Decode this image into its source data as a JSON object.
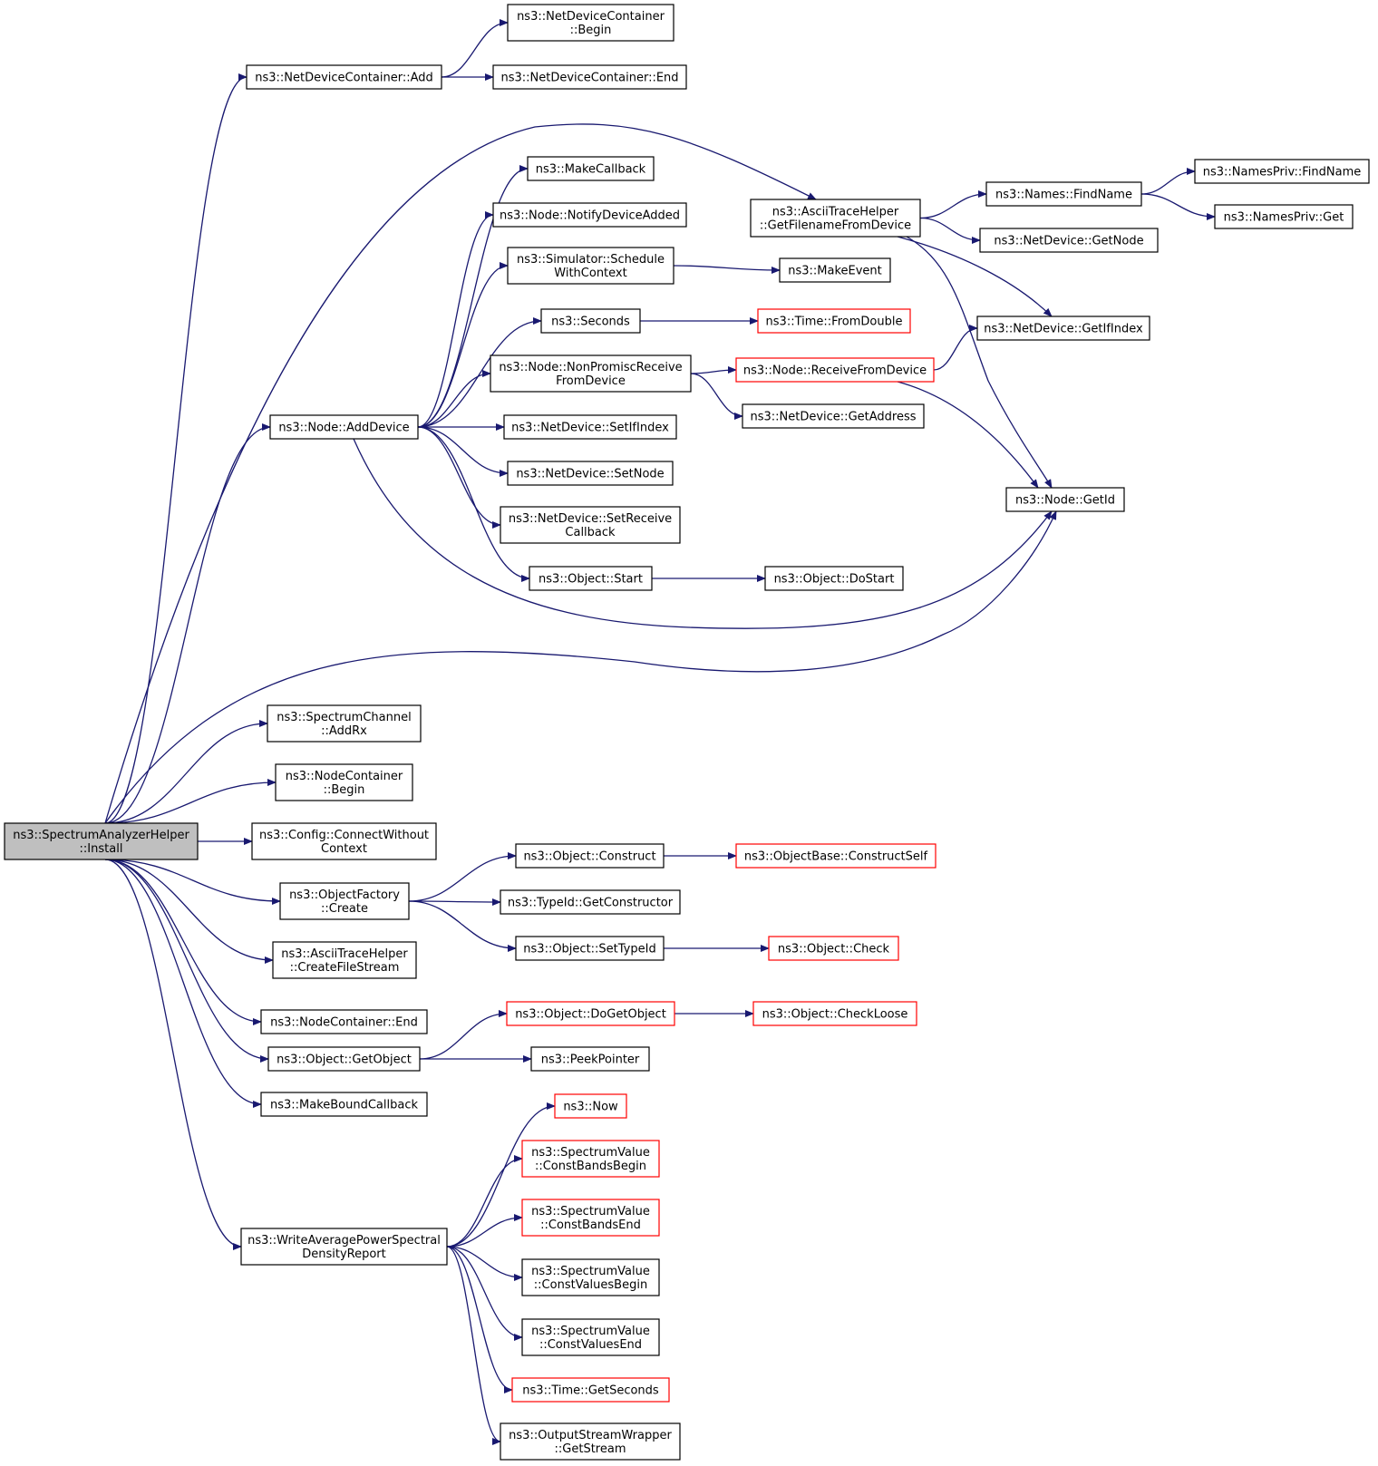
{
  "colors": {
    "edge": "#191970",
    "node_border": "#000000",
    "node_border_truncated": "#ff0000",
    "root_fill": "#bfbfbf",
    "node_fill": "#ffffff"
  },
  "nodes": [
    {
      "id": "root",
      "lines": [
        "ns3::SpectrumAnalyzerHelper",
        "::Install"
      ],
      "root": true
    },
    {
      "id": "ndc_add",
      "lines": [
        "ns3::NetDeviceContainer::Add"
      ]
    },
    {
      "id": "ndc_begin",
      "lines": [
        "ns3::NetDeviceContainer",
        "::Begin"
      ]
    },
    {
      "id": "ndc_end",
      "lines": [
        "ns3::NetDeviceContainer::End"
      ]
    },
    {
      "id": "ascii_getfn",
      "lines": [
        "ns3::AsciiTraceHelper",
        "::GetFilenameFromDevice"
      ]
    },
    {
      "id": "names_find",
      "lines": [
        "ns3::Names::FindName"
      ]
    },
    {
      "id": "namespriv_find",
      "lines": [
        "ns3::NamesPriv::FindName"
      ]
    },
    {
      "id": "namespriv_get",
      "lines": [
        "ns3::NamesPriv::Get"
      ]
    },
    {
      "id": "nd_getnode",
      "lines": [
        "ns3::NetDevice::GetNode"
      ]
    },
    {
      "id": "nd_getifindex",
      "lines": [
        "ns3::NetDevice::GetIfIndex"
      ]
    },
    {
      "id": "node_getid",
      "lines": [
        "ns3::Node::GetId"
      ]
    },
    {
      "id": "makecallback",
      "lines": [
        "ns3::MakeCallback"
      ]
    },
    {
      "id": "node_notify",
      "lines": [
        "ns3::Node::NotifyDeviceAdded"
      ]
    },
    {
      "id": "sim_schedule",
      "lines": [
        "ns3::Simulator::Schedule",
        "WithContext"
      ]
    },
    {
      "id": "makeevent",
      "lines": [
        "ns3::MakeEvent"
      ]
    },
    {
      "id": "seconds",
      "lines": [
        "ns3::Seconds"
      ]
    },
    {
      "id": "time_fromdouble",
      "lines": [
        "ns3::Time::FromDouble"
      ],
      "truncated": true
    },
    {
      "id": "node_nonpromisc",
      "lines": [
        "ns3::Node::NonPromiscReceive",
        "FromDevice"
      ]
    },
    {
      "id": "node_recvfrom",
      "lines": [
        "ns3::Node::ReceiveFromDevice"
      ],
      "truncated": true
    },
    {
      "id": "nd_getaddress",
      "lines": [
        "ns3::NetDevice::GetAddress"
      ]
    },
    {
      "id": "node_adddevice",
      "lines": [
        "ns3::Node::AddDevice"
      ]
    },
    {
      "id": "nd_setifindex",
      "lines": [
        "ns3::NetDevice::SetIfIndex"
      ]
    },
    {
      "id": "nd_setnode",
      "lines": [
        "ns3::NetDevice::SetNode"
      ]
    },
    {
      "id": "nd_setrecv",
      "lines": [
        "ns3::NetDevice::SetReceive",
        "Callback"
      ]
    },
    {
      "id": "obj_start",
      "lines": [
        "ns3::Object::Start"
      ]
    },
    {
      "id": "obj_dostart",
      "lines": [
        "ns3::Object::DoStart"
      ]
    },
    {
      "id": "spec_addrx",
      "lines": [
        "ns3::SpectrumChannel",
        "::AddRx"
      ]
    },
    {
      "id": "nc_begin",
      "lines": [
        "ns3::NodeContainer",
        "::Begin"
      ]
    },
    {
      "id": "cfg_connect",
      "lines": [
        "ns3::Config::ConnectWithout",
        "Context"
      ]
    },
    {
      "id": "obj_construct",
      "lines": [
        "ns3::Object::Construct"
      ]
    },
    {
      "id": "objbase_construct",
      "lines": [
        "ns3::ObjectBase::ConstructSelf"
      ],
      "truncated": true
    },
    {
      "id": "objfactory_create",
      "lines": [
        "ns3::ObjectFactory",
        "::Create"
      ]
    },
    {
      "id": "typeid_getctor",
      "lines": [
        "ns3::TypeId::GetConstructor"
      ]
    },
    {
      "id": "obj_settypeid",
      "lines": [
        "ns3::Object::SetTypeId"
      ]
    },
    {
      "id": "obj_check",
      "lines": [
        "ns3::Object::Check"
      ],
      "truncated": true
    },
    {
      "id": "ascii_create",
      "lines": [
        "ns3::AsciiTraceHelper",
        "::CreateFileStream"
      ]
    },
    {
      "id": "nc_end",
      "lines": [
        "ns3::NodeContainer::End"
      ]
    },
    {
      "id": "obj_dogetobject",
      "lines": [
        "ns3::Object::DoGetObject"
      ],
      "truncated": true
    },
    {
      "id": "obj_checkloose",
      "lines": [
        "ns3::Object::CheckLoose"
      ],
      "truncated": true
    },
    {
      "id": "obj_getobject",
      "lines": [
        "ns3::Object::GetObject"
      ]
    },
    {
      "id": "peekpointer",
      "lines": [
        "ns3::PeekPointer"
      ]
    },
    {
      "id": "makeboundcb",
      "lines": [
        "ns3::MakeBoundCallback"
      ]
    },
    {
      "id": "now",
      "lines": [
        "ns3::Now"
      ],
      "truncated": true
    },
    {
      "id": "sv_cbb",
      "lines": [
        "ns3::SpectrumValue",
        "::ConstBandsBegin"
      ],
      "truncated": true
    },
    {
      "id": "sv_cbe",
      "lines": [
        "ns3::SpectrumValue",
        "::ConstBandsEnd"
      ],
      "truncated": true
    },
    {
      "id": "write_report",
      "lines": [
        "ns3::WriteAveragePowerSpectral",
        "DensityReport"
      ]
    },
    {
      "id": "sv_cvb",
      "lines": [
        "ns3::SpectrumValue",
        "::ConstValuesBegin"
      ]
    },
    {
      "id": "sv_cve",
      "lines": [
        "ns3::SpectrumValue",
        "::ConstValuesEnd"
      ]
    },
    {
      "id": "time_getseconds",
      "lines": [
        "ns3::Time::GetSeconds"
      ],
      "truncated": true
    },
    {
      "id": "osw_getstream",
      "lines": [
        "ns3::OutputStreamWrapper",
        "::GetStream"
      ]
    }
  ],
  "edges": [
    [
      "root",
      "ndc_add"
    ],
    [
      "ndc_add",
      "ndc_begin"
    ],
    [
      "ndc_add",
      "ndc_end"
    ],
    [
      "root",
      "ascii_getfn"
    ],
    [
      "ascii_getfn",
      "names_find"
    ],
    [
      "names_find",
      "namespriv_find"
    ],
    [
      "names_find",
      "namespriv_get"
    ],
    [
      "ascii_getfn",
      "nd_getnode"
    ],
    [
      "ascii_getfn",
      "nd_getifindex"
    ],
    [
      "ascii_getfn",
      "node_getid"
    ],
    [
      "root",
      "node_adddevice"
    ],
    [
      "node_adddevice",
      "makecallback"
    ],
    [
      "node_adddevice",
      "node_notify"
    ],
    [
      "node_adddevice",
      "sim_schedule"
    ],
    [
      "sim_schedule",
      "makeevent"
    ],
    [
      "node_adddevice",
      "seconds"
    ],
    [
      "seconds",
      "time_fromdouble"
    ],
    [
      "node_adddevice",
      "node_nonpromisc"
    ],
    [
      "node_nonpromisc",
      "node_recvfrom"
    ],
    [
      "node_recvfrom",
      "nd_getifindex"
    ],
    [
      "node_recvfrom",
      "node_getid"
    ],
    [
      "node_nonpromisc",
      "nd_getaddress"
    ],
    [
      "node_adddevice",
      "nd_setifindex"
    ],
    [
      "node_adddevice",
      "nd_setnode"
    ],
    [
      "node_adddevice",
      "nd_setrecv"
    ],
    [
      "node_adddevice",
      "obj_start"
    ],
    [
      "obj_start",
      "obj_dostart"
    ],
    [
      "node_adddevice",
      "node_getid"
    ],
    [
      "root",
      "node_getid"
    ],
    [
      "root",
      "spec_addrx"
    ],
    [
      "root",
      "nc_begin"
    ],
    [
      "root",
      "cfg_connect"
    ],
    [
      "root",
      "objfactory_create"
    ],
    [
      "objfactory_create",
      "obj_construct"
    ],
    [
      "obj_construct",
      "objbase_construct"
    ],
    [
      "objfactory_create",
      "typeid_getctor"
    ],
    [
      "objfactory_create",
      "obj_settypeid"
    ],
    [
      "obj_settypeid",
      "obj_check"
    ],
    [
      "root",
      "ascii_create"
    ],
    [
      "root",
      "nc_end"
    ],
    [
      "root",
      "obj_getobject"
    ],
    [
      "obj_getobject",
      "obj_dogetobject"
    ],
    [
      "obj_dogetobject",
      "obj_checkloose"
    ],
    [
      "obj_getobject",
      "peekpointer"
    ],
    [
      "root",
      "makeboundcb"
    ],
    [
      "root",
      "write_report"
    ],
    [
      "write_report",
      "now"
    ],
    [
      "write_report",
      "sv_cbb"
    ],
    [
      "write_report",
      "sv_cbe"
    ],
    [
      "write_report",
      "sv_cvb"
    ],
    [
      "write_report",
      "sv_cve"
    ],
    [
      "write_report",
      "time_getseconds"
    ],
    [
      "write_report",
      "osw_getstream"
    ]
  ]
}
